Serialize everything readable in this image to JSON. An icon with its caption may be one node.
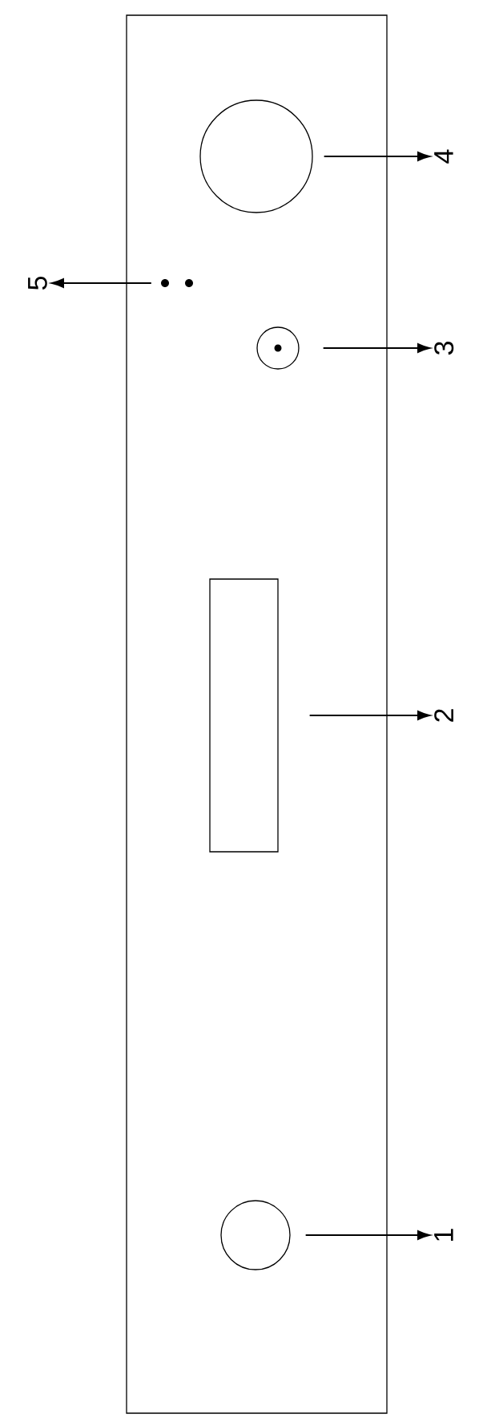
{
  "diagram": {
    "nodes": [
      {
        "text": [],
        "shape": "box"
      },
      {
        "text": [],
        "shape": "circle",
        "in": 0
      },
      {
        "text": [
          "4"
        ]
      },
      {
        "text": [],
        "shape": "dot",
        "in": 0
      },
      {
        "text": [
          "5"
        ]
      },
      {
        "text": [],
        "shape": "circle",
        "in": 0
      },
      {
        "text": [
          "3"
        ]
      },
      {
        "text": [],
        "shape": "box",
        "in": 0
      },
      {
        "text": [
          "2"
        ]
      },
      {
        "text": [],
        "shape": "circle",
        "in": 0
      },
      {
        "text": [
          "1"
        ]
      }
    ],
    "edges": [
      {
        "from": 1,
        "to": 2,
        "arrow": "to"
      },
      {
        "from": 3,
        "to": 4,
        "arrow": "to"
      },
      {
        "from": 5,
        "to": 6,
        "arrow": "to"
      },
      {
        "from": 7,
        "to": 8,
        "arrow": "to"
      },
      {
        "from": 9,
        "to": 10,
        "arrow": "to"
      }
    ]
  }
}
